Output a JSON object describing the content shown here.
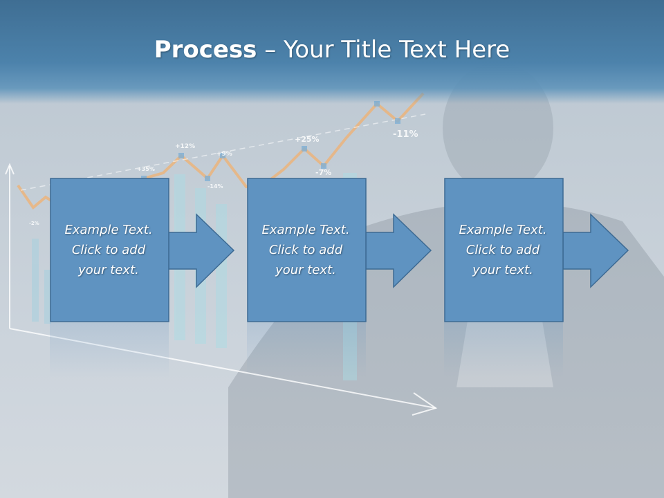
{
  "slide": {
    "title_bold": "Process",
    "title_rest": " – Your Title Text Here"
  },
  "steps": [
    {
      "text": "Example Text.\nClick  to add\nyour text."
    },
    {
      "text": "Example Text.\nClick  to add\nyour text."
    },
    {
      "text": "Example Text.\nClick  to add\nyour text."
    }
  ],
  "background_chart_labels": [
    "+12%",
    "+35%",
    "+9%",
    "-14%",
    "+25%",
    "-7%",
    "-11%",
    "-2%"
  ],
  "colors": {
    "box_fill": "#5f93c1",
    "box_stroke": "#3d6a93",
    "title_band": "#4c82ab"
  }
}
